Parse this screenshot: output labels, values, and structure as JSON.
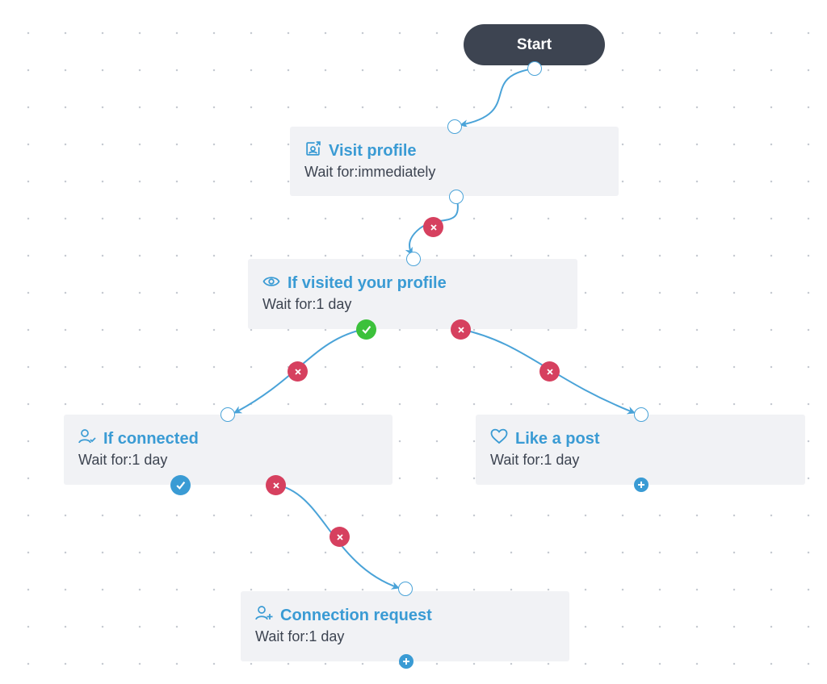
{
  "start": {
    "label": "Start"
  },
  "nodes": [
    {
      "id": "visit",
      "title": "Visit profile",
      "wait": "Wait for:immediately",
      "icon": "visit-profile-icon"
    },
    {
      "id": "ifvisited",
      "title": "If visited your profile",
      "wait": "Wait for:1 day",
      "icon": "eye-icon"
    },
    {
      "id": "ifconnected",
      "title": "If connected",
      "wait": "Wait for:1 day",
      "icon": "user-check-icon"
    },
    {
      "id": "like",
      "title": "Like a post",
      "wait": "Wait for:1 day",
      "icon": "heart-icon"
    },
    {
      "id": "connreq",
      "title": "Connection request",
      "wait": "Wait for:1 day",
      "icon": "user-plus-icon"
    }
  ],
  "edges": [
    {
      "from": "start",
      "to": "visit"
    },
    {
      "from": "visit",
      "to": "ifvisited"
    },
    {
      "from": "ifvisited",
      "to": "ifconnected",
      "branch": "yes"
    },
    {
      "from": "ifvisited",
      "to": "like",
      "branch": "no"
    },
    {
      "from": "ifconnected",
      "to": "connreq",
      "branch": "no"
    }
  ],
  "colors": {
    "accent": "#3a9bd4",
    "start_bg": "#3d4451",
    "node_bg": "#f1f2f5",
    "delete_badge": "#d6405f",
    "yes_badge": "#3cc13b",
    "yes_badge_alt": "#3a9bd4"
  }
}
